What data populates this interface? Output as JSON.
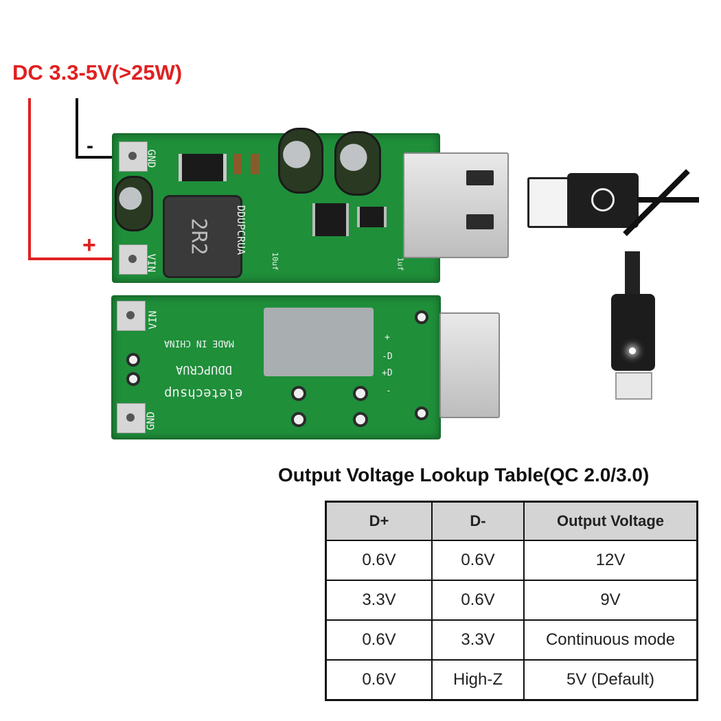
{
  "input_label": "DC 3.3-5V(>25W)",
  "signs": {
    "minus": "-",
    "plus": "+"
  },
  "colors": {
    "label_red": "#e02020",
    "pcb_green": "#1f8f3a",
    "wire_black": "#111111"
  },
  "top_board": {
    "gnd": "GND",
    "vin": "VIN",
    "inductor": "2R2",
    "brand": "DDUPCRUA",
    "cap_label": "10uf",
    "small_label": "1uf"
  },
  "bottom_board": {
    "vin": "VIN",
    "gnd": "GND",
    "made_in": "MADE IN CHINA",
    "brand": "DDUPCRUA",
    "maker": "eletechsup",
    "pins": [
      "+",
      "-D",
      "+D",
      "-"
    ]
  },
  "table": {
    "title": "Output Voltage Lookup Table(QC 2.0/3.0)",
    "headers": [
      "D+",
      "D-",
      "Output Voltage"
    ],
    "rows": [
      [
        "0.6V",
        "0.6V",
        "12V"
      ],
      [
        "3.3V",
        "0.6V",
        "9V"
      ],
      [
        "0.6V",
        "3.3V",
        "Continuous mode"
      ],
      [
        "0.6V",
        "High-Z",
        "5V (Default)"
      ]
    ]
  }
}
